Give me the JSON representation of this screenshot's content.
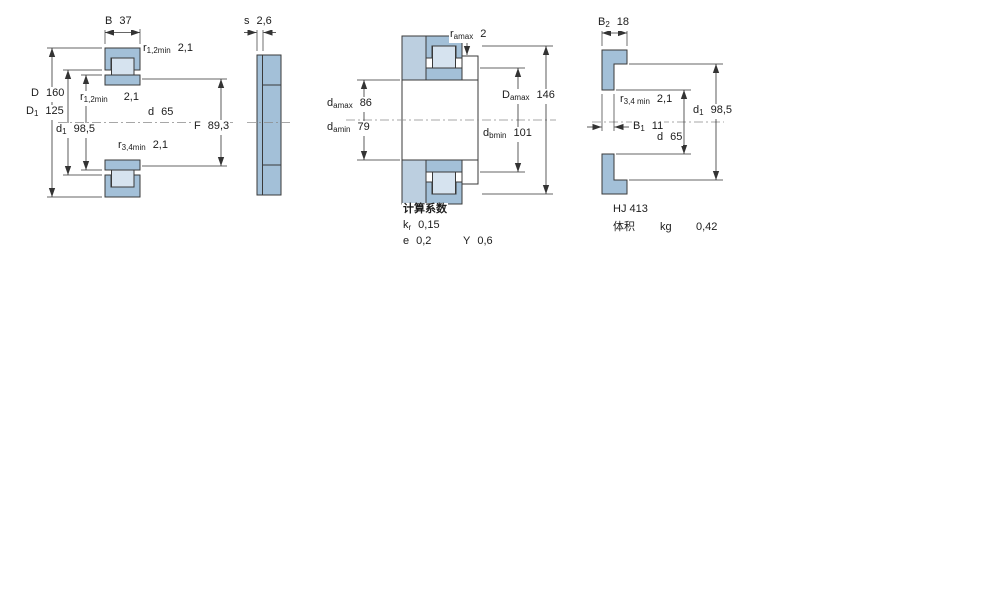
{
  "colors": {
    "ring": "#a3c0d8",
    "roller": "#d6e3ef",
    "shoulder": "#bccfe0",
    "outline": "#3a3a3a"
  },
  "figures": {
    "fig1": {
      "title": "bearing cross-section with boundary dimensions",
      "dims": {
        "B": {
          "base": "B",
          "sub": "",
          "val": "37"
        },
        "r12_top": {
          "base": "r",
          "sub": "1,2min",
          "val": "2,1"
        },
        "D": {
          "base": "D",
          "sub": "",
          "val": "160"
        },
        "D1": {
          "base": "D",
          "sub": "1",
          "val": "125"
        },
        "r12_mid": {
          "base": "r",
          "sub": "1,2min",
          "val": "2,1"
        },
        "d1": {
          "base": "d",
          "sub": "1",
          "val": "98,5"
        },
        "d": {
          "base": "d",
          "sub": "",
          "val": "65"
        },
        "r34": {
          "base": "r",
          "sub": "3,4min",
          "val": "2,1"
        },
        "F": {
          "base": "F",
          "sub": "",
          "val": "89,3"
        }
      }
    },
    "fig2": {
      "title": "ring side profile",
      "dims": {
        "s": {
          "base": "s",
          "sub": "",
          "val": "2,6"
        }
      }
    },
    "fig3": {
      "title": "abutment and fillet dimensions",
      "dims": {
        "ra": {
          "base": "r",
          "sub": "amax",
          "val": "2"
        },
        "damax": {
          "base": "d",
          "sub": "amax",
          "val": "86"
        },
        "damin": {
          "base": "d",
          "sub": "amin",
          "val": "79"
        },
        "Damax": {
          "base": "D",
          "sub": "amax",
          "val": "146"
        },
        "dbmin": {
          "base": "d",
          "sub": "bmin",
          "val": "101"
        }
      },
      "calc": {
        "title": "计算系数",
        "kr": {
          "base": "k",
          "sub": "r",
          "val": "0,15"
        },
        "e": {
          "base": "e",
          "sub": "",
          "val": "0,2"
        },
        "Y": {
          "base": "Y",
          "sub": "",
          "val": "0,6"
        }
      }
    },
    "fig4": {
      "title": "angle ring HJ",
      "dims": {
        "B2": {
          "base": "B",
          "sub": "2",
          "val": "18"
        },
        "r34": {
          "base": "r",
          "sub": "3,4 min",
          "val": "2,1"
        },
        "d1": {
          "base": "d",
          "sub": "1",
          "val": "98,5"
        },
        "B1": {
          "base": "B",
          "sub": "1",
          "val": "11"
        },
        "d": {
          "base": "d",
          "sub": "",
          "val": "65"
        }
      },
      "info": {
        "designation": "HJ 413",
        "volume_label": "体积",
        "unit": "kg",
        "value": "0,42"
      }
    }
  }
}
